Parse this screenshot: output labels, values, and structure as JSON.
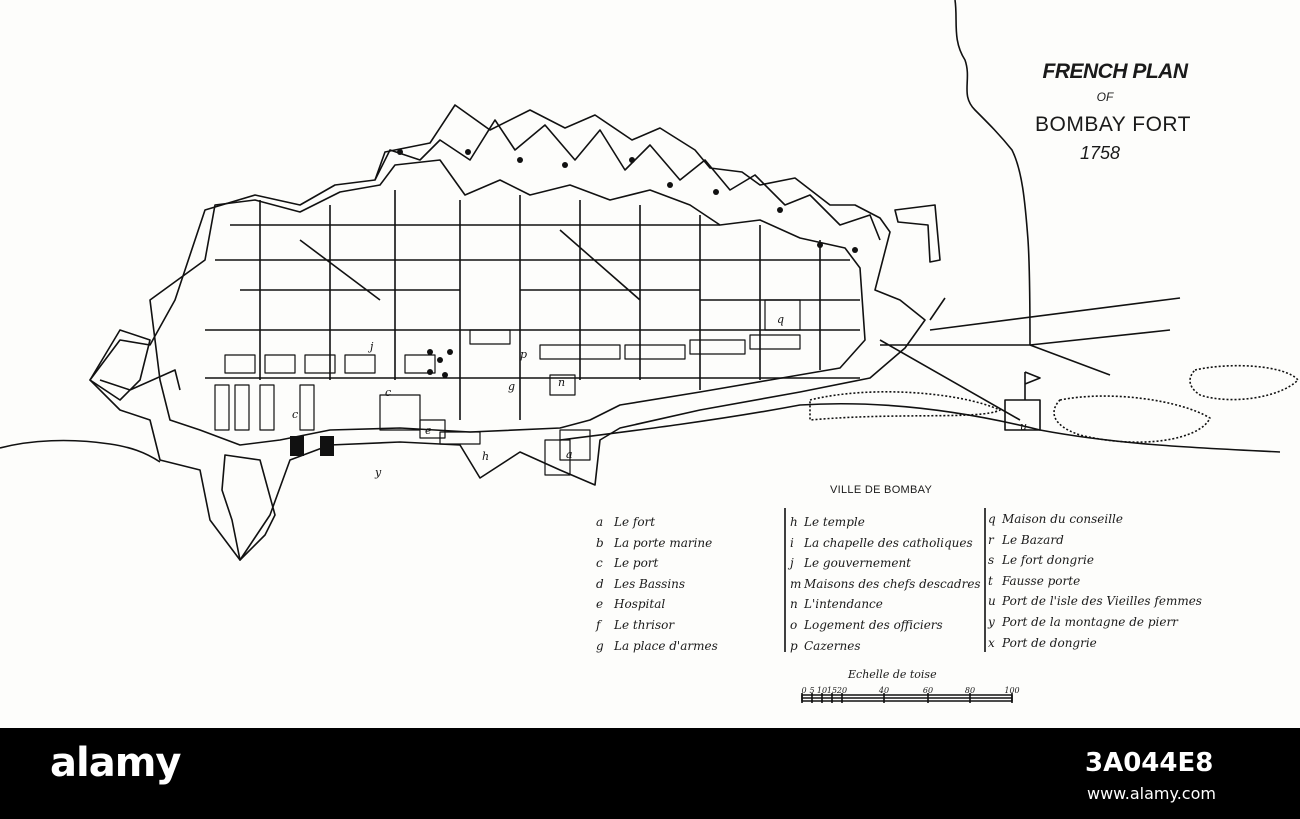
{
  "title": {
    "line1": "FRENCH PLAN",
    "line2": "OF",
    "line3": "BOMBAY FORT",
    "line4": "1758"
  },
  "map_labels": {
    "a": "a",
    "c1": "c",
    "c2": "c",
    "e": "e",
    "g": "g",
    "h": "h",
    "j": "j",
    "n": "n",
    "p": "p",
    "q": "q",
    "y": "y",
    "u": "u"
  },
  "legend": {
    "heading": "VILLE DE BOMBAY",
    "col1": [
      {
        "key": "a",
        "text": "Le fort"
      },
      {
        "key": "b",
        "text": "La porte marine"
      },
      {
        "key": "c",
        "text": "Le port"
      },
      {
        "key": "d",
        "text": "Les Bassins"
      },
      {
        "key": "e",
        "text": "Hospital"
      },
      {
        "key": "f",
        "text": "Le thrisor"
      },
      {
        "key": "g",
        "text": "La place d'armes"
      }
    ],
    "col2": [
      {
        "key": "h",
        "text": "Le temple"
      },
      {
        "key": "i",
        "text": "La chapelle des catholiques"
      },
      {
        "key": "j",
        "text": "Le gouvernement"
      },
      {
        "key": "m",
        "text": "Maisons des chefs descadres"
      },
      {
        "key": "n",
        "text": "L'intendance"
      },
      {
        "key": "o",
        "text": "Logement des officiers"
      },
      {
        "key": "p",
        "text": "Cazernes"
      }
    ],
    "col3": [
      {
        "key": "q",
        "text": "Maison du conseille"
      },
      {
        "key": "r",
        "text": "Le Bazard"
      },
      {
        "key": "s",
        "text": "Le fort dongrie"
      },
      {
        "key": "t",
        "text": "Fausse porte"
      },
      {
        "key": "u",
        "text": "Port de l'isle des Vieilles femmes"
      },
      {
        "key": "y",
        "text": "Port de la montagne de pierr"
      },
      {
        "key": "x",
        "text": "Port de dongrie"
      }
    ]
  },
  "scale": {
    "title": "Echelle de toise",
    "ticks": [
      "0",
      "5",
      "10",
      "15",
      "20",
      "40",
      "60",
      "80",
      "100"
    ]
  },
  "footer": {
    "brand": "alamy",
    "image_id": "3A044E8",
    "url": "www.alamy.com"
  }
}
